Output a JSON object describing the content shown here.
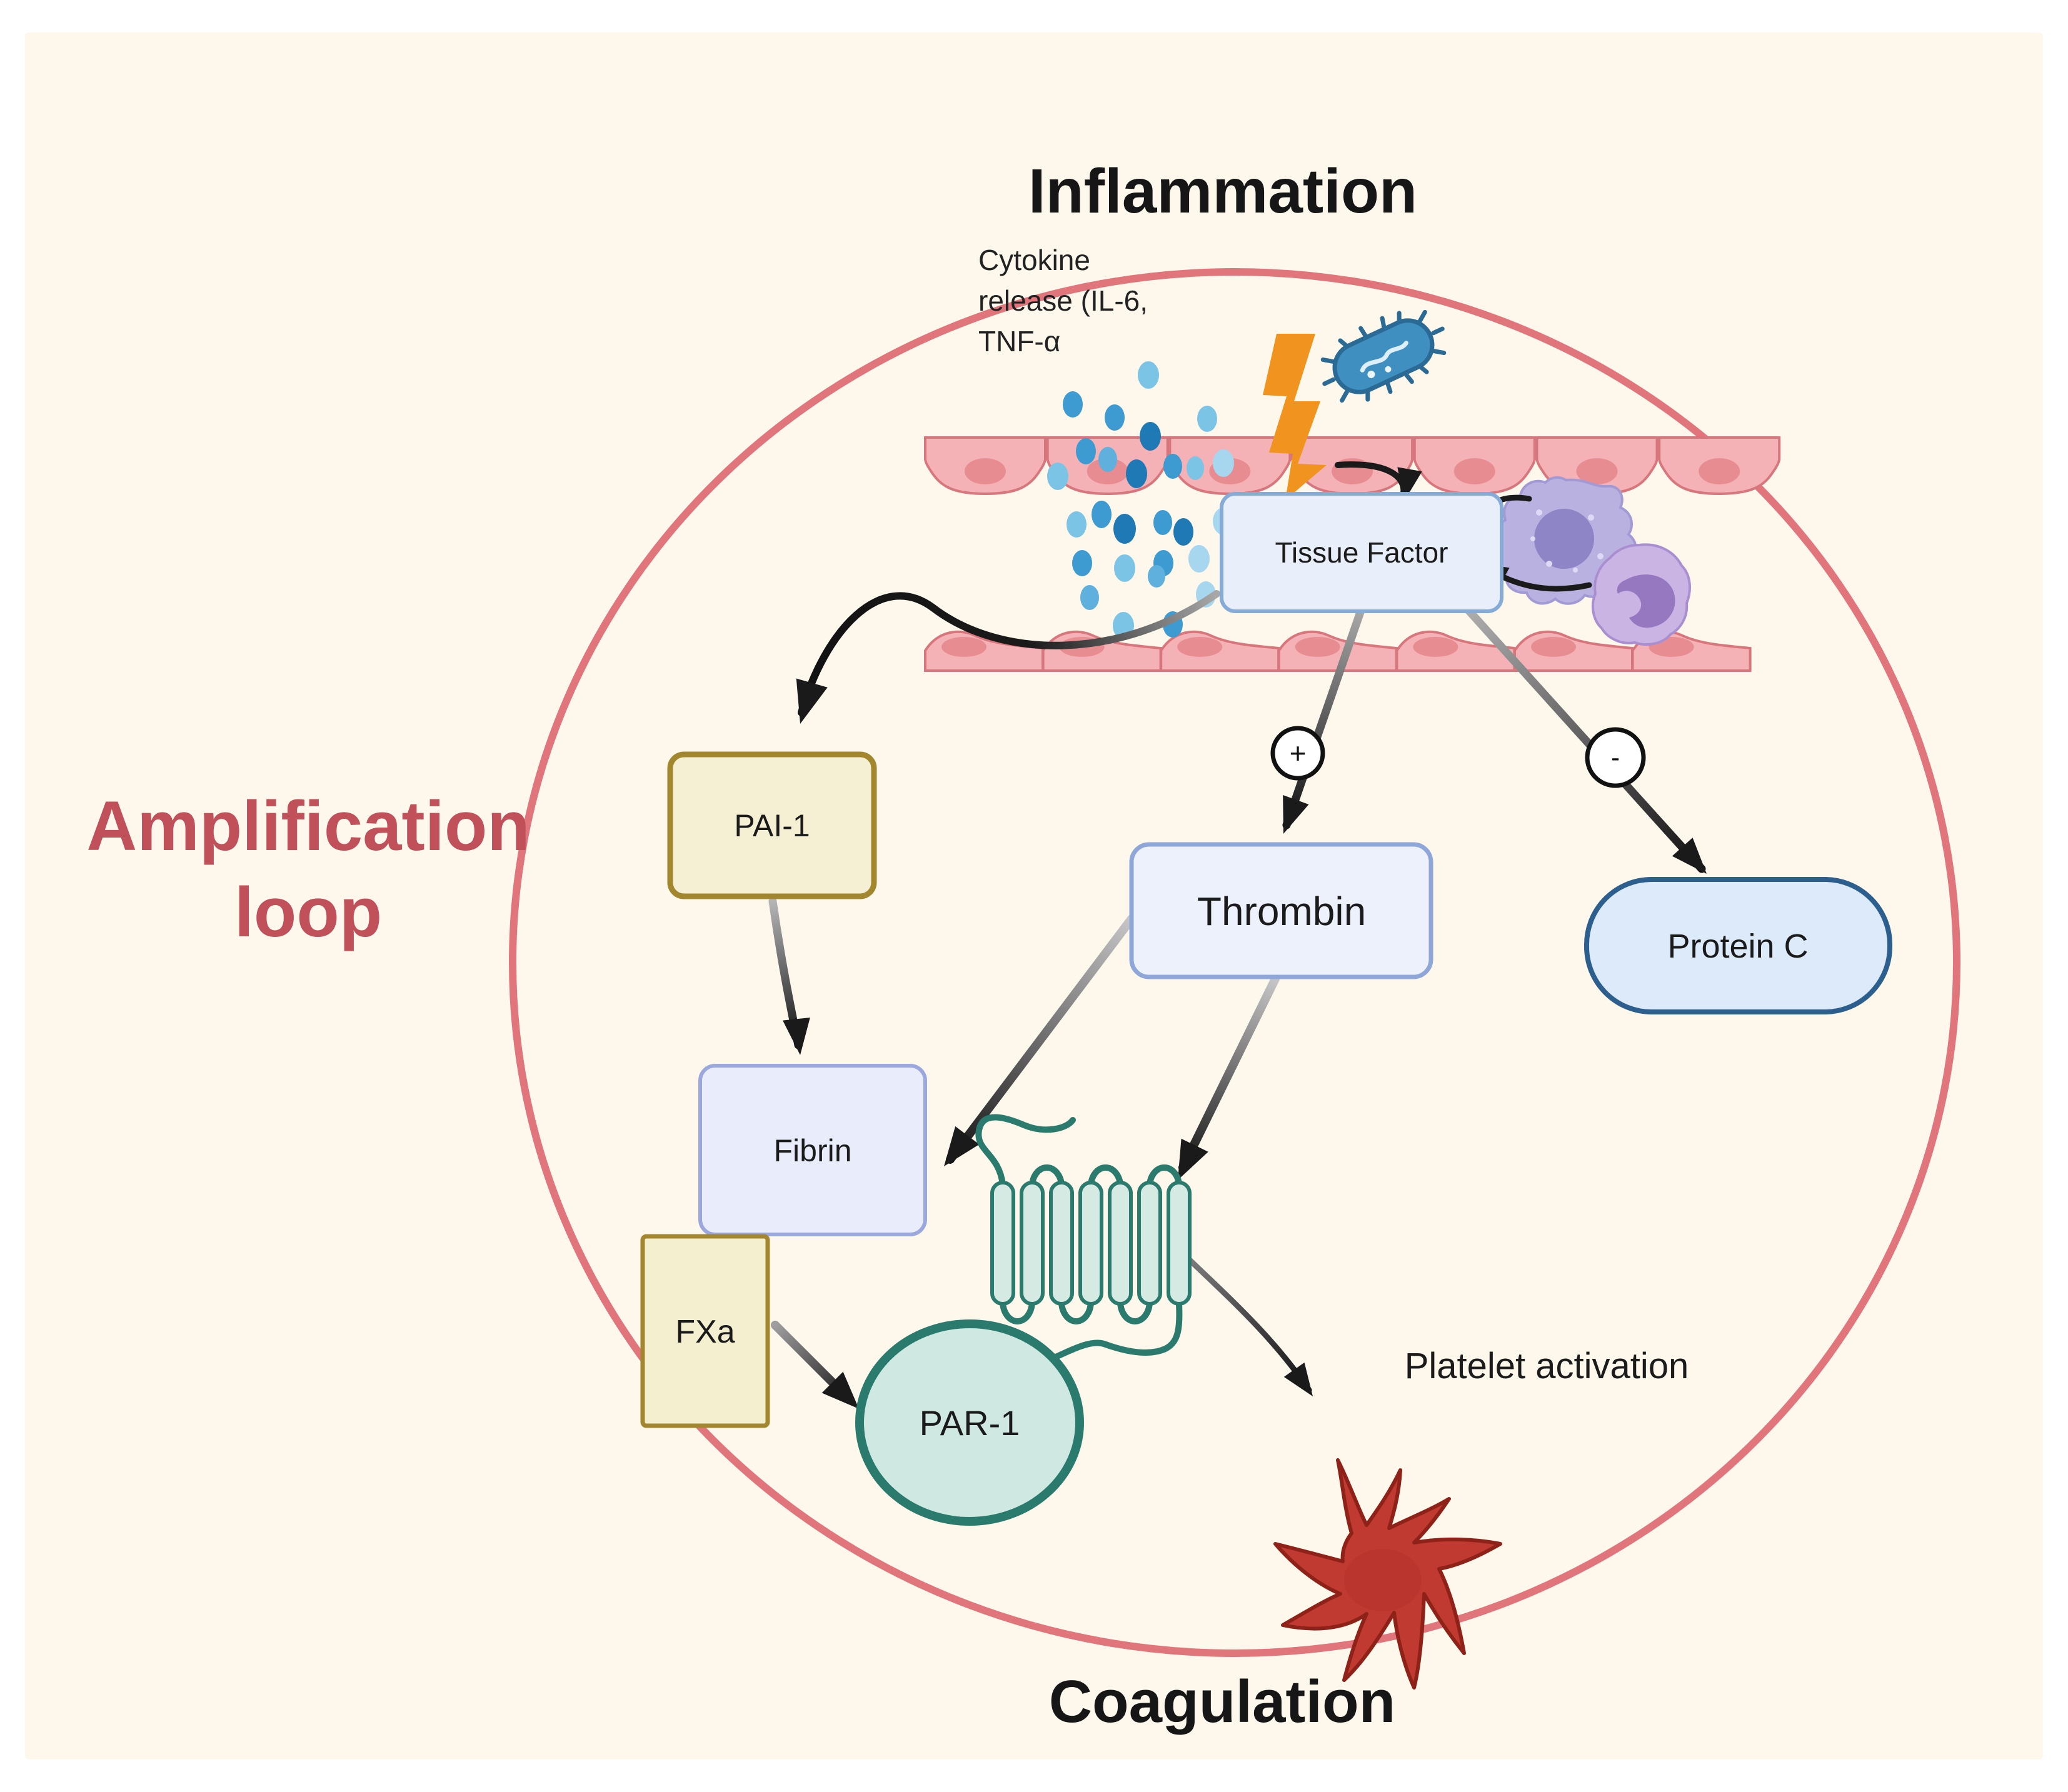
{
  "titles": {
    "top": "Inflammation",
    "bottom": "Coagulation",
    "loop_line1": "Amplification",
    "loop_line2": "loop"
  },
  "labels": {
    "tissue_factor": "Tissue Factor",
    "pai1": "PAI-1",
    "thrombin": "Thrombin",
    "protein_c": "Protein C",
    "fibrin": "Fibrin",
    "fxa": "FXa",
    "par1": "PAR-1"
  },
  "annotations": {
    "cytokine_line1": "Cytokine",
    "cytokine_line2": "release (IL-6,",
    "cytokine_line3": "TNF-α",
    "platelet_activation": "Platelet activation",
    "plus_sign": "+",
    "minus_sign": "-"
  },
  "icons": [
    "bacteria-icon",
    "lightning-icon",
    "cytokine-dots",
    "endothelium-top-row",
    "endothelium-bottom-row",
    "macrophage-icon",
    "neutrophil-icon",
    "gpcr-receptor-icon",
    "platelet-icon",
    "amplification-loop-ellipse"
  ],
  "colors": {
    "background": "#fdf8eb",
    "page": "#ffffff",
    "loop_stroke": "#e0757c",
    "loop_text": "#c0505a",
    "node_blue_fill": "#e8effb",
    "node_blue_border": "#87abd7",
    "thrombin_border": "#8fa6d9",
    "protein_c_border": "#2d5f8e",
    "fibrin_border": "#9aa8dd",
    "gold_border": "#a3872f",
    "gold_fill": "#f3efcf",
    "teal_fill": "#cfe9e2",
    "teal_border": "#2b7a6e",
    "vessel_fill": "#f4b2b6",
    "vessel_border": "#d7767d",
    "lightning": "#f0941f",
    "bacteria_fill": "#3f8fc0",
    "platelet": "#c13a31",
    "arrow": "#1a1a1a"
  }
}
